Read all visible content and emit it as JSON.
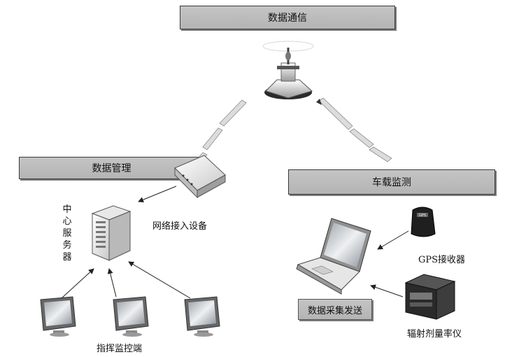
{
  "diagram": {
    "data_communication": "数据通信",
    "data_management": "数据管理",
    "vehicle_monitoring": "车载监测",
    "central_server": "中心服务器",
    "network_access_device": "网络接入设备",
    "gps_receiver": "GPS接收器",
    "radiation_dose_rate_meter": "辐射剂量率仪",
    "data_acquisition_sending": "数据采集发送",
    "command_monitor_terminal": "指挥监控端"
  },
  "icons": {
    "antenna": "antenna-tower-icon",
    "router": "router-icon",
    "server": "server-tower-icon",
    "laptop": "laptop-icon",
    "gps": "gps-device-icon",
    "radiation_meter": "radiation-meter-icon",
    "monitor": "monitor-icon"
  }
}
